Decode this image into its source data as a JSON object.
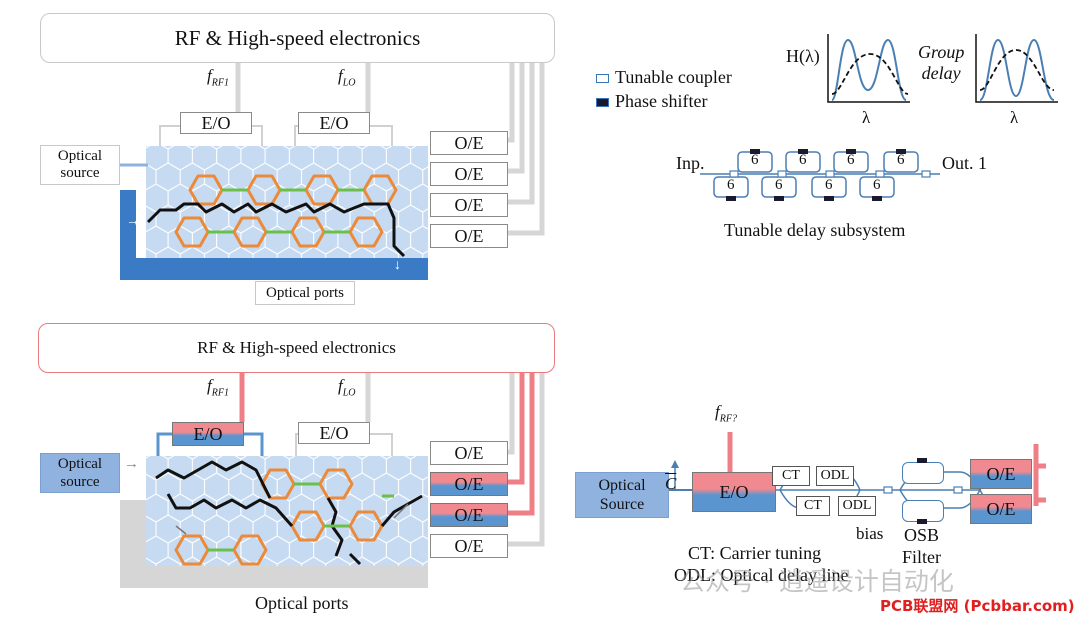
{
  "top_panel": {
    "rf_label": "RF & High-speed electronics",
    "f_rf1": "f",
    "f_rf1_sub": "RF1",
    "f_lo": "f",
    "f_lo_sub": "LO",
    "eo_left": "E/O",
    "eo_right": "E/O",
    "source_line1": "Optical",
    "source_line2": "source",
    "oe": [
      "O/E",
      "O/E",
      "O/E",
      "O/E"
    ],
    "ports": "Optical ports"
  },
  "bottom_panel": {
    "rf_label": "RF & High-speed electronics",
    "f_rf1": "f",
    "f_rf1_sub": "RF1",
    "f_lo": "f",
    "f_lo_sub": "LO",
    "eo_left": "E/O",
    "eo_right": "E/O",
    "source_line1": "Optical",
    "source_line2": "source",
    "oe": [
      "O/E",
      "O/E",
      "O/E",
      "O/E"
    ],
    "ports": "Optical ports"
  },
  "legend": {
    "coupler": "Tunable coupler",
    "phase": "Phase shifter"
  },
  "filter_plots": {
    "h_label": "H(λ)",
    "group_line1": "Group",
    "group_line2": "delay",
    "x_label": "λ",
    "x_label_2": "λ"
  },
  "delay": {
    "inp": "Inp.",
    "out": "Out. 1",
    "cell": "6",
    "caption": "Tunable delay subsystem"
  },
  "chain": {
    "f_rf": "f",
    "f_rf_sub": "RF?",
    "c_label": "C",
    "source_line1": "Optical",
    "source_line2": "Source",
    "eo": "E/O",
    "ct": "CT",
    "odl": "ODL",
    "bias": "bias",
    "osb1": "OSB",
    "osb2": "Filter",
    "oe1": "O/E",
    "oe2": "O/E",
    "def_ct": "CT: Carrier tuning",
    "def_odl": "ODL: Optical delay line"
  },
  "watermark": {
    "wechat": "公众号 · 逍遥设计自动化",
    "site": "PCB联盟网 (Pcbbar.com)"
  },
  "colors": {
    "mesh_fill": "#c6daf1",
    "mesh_line": "#ffffff",
    "orange_path": "#ea8a3a",
    "black_path": "#111111",
    "green_link": "#6cc04a",
    "rf_red": "#ef7f86",
    "gray_wire": "#d6d6d6",
    "blue_port": "#3b7bc6",
    "plot_blue": "#4b7fb3"
  }
}
